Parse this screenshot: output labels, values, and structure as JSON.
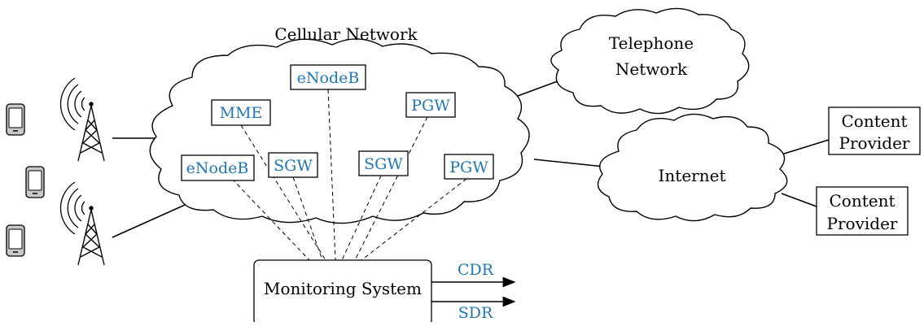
{
  "colors": {
    "accent": "#1f77b4",
    "line": "#000000",
    "background": "#ffffff"
  },
  "clouds": {
    "cellular_title": "Cellular Network",
    "telephone_line1": "Telephone",
    "telephone_line2": "Network",
    "internet": "Internet"
  },
  "components": {
    "enodeb_top": "eNodeB",
    "mme": "MME",
    "pgw_top": "PGW",
    "enodeb_bottom": "eNodeB",
    "sgw_left": "SGW",
    "sgw_right": "SGW",
    "pgw_bottom": "PGW"
  },
  "providers": {
    "top_line1": "Content",
    "top_line2": "Provider",
    "bottom_line1": "Content",
    "bottom_line2": "Provider"
  },
  "monitoring": {
    "label": "Monitoring System",
    "output_cdr": "CDR",
    "output_sdr": "SDR"
  },
  "icons": {
    "phone": "mobile-phone-icon",
    "tower": "cell-tower-icon",
    "signal": "radio-waves-icon"
  }
}
